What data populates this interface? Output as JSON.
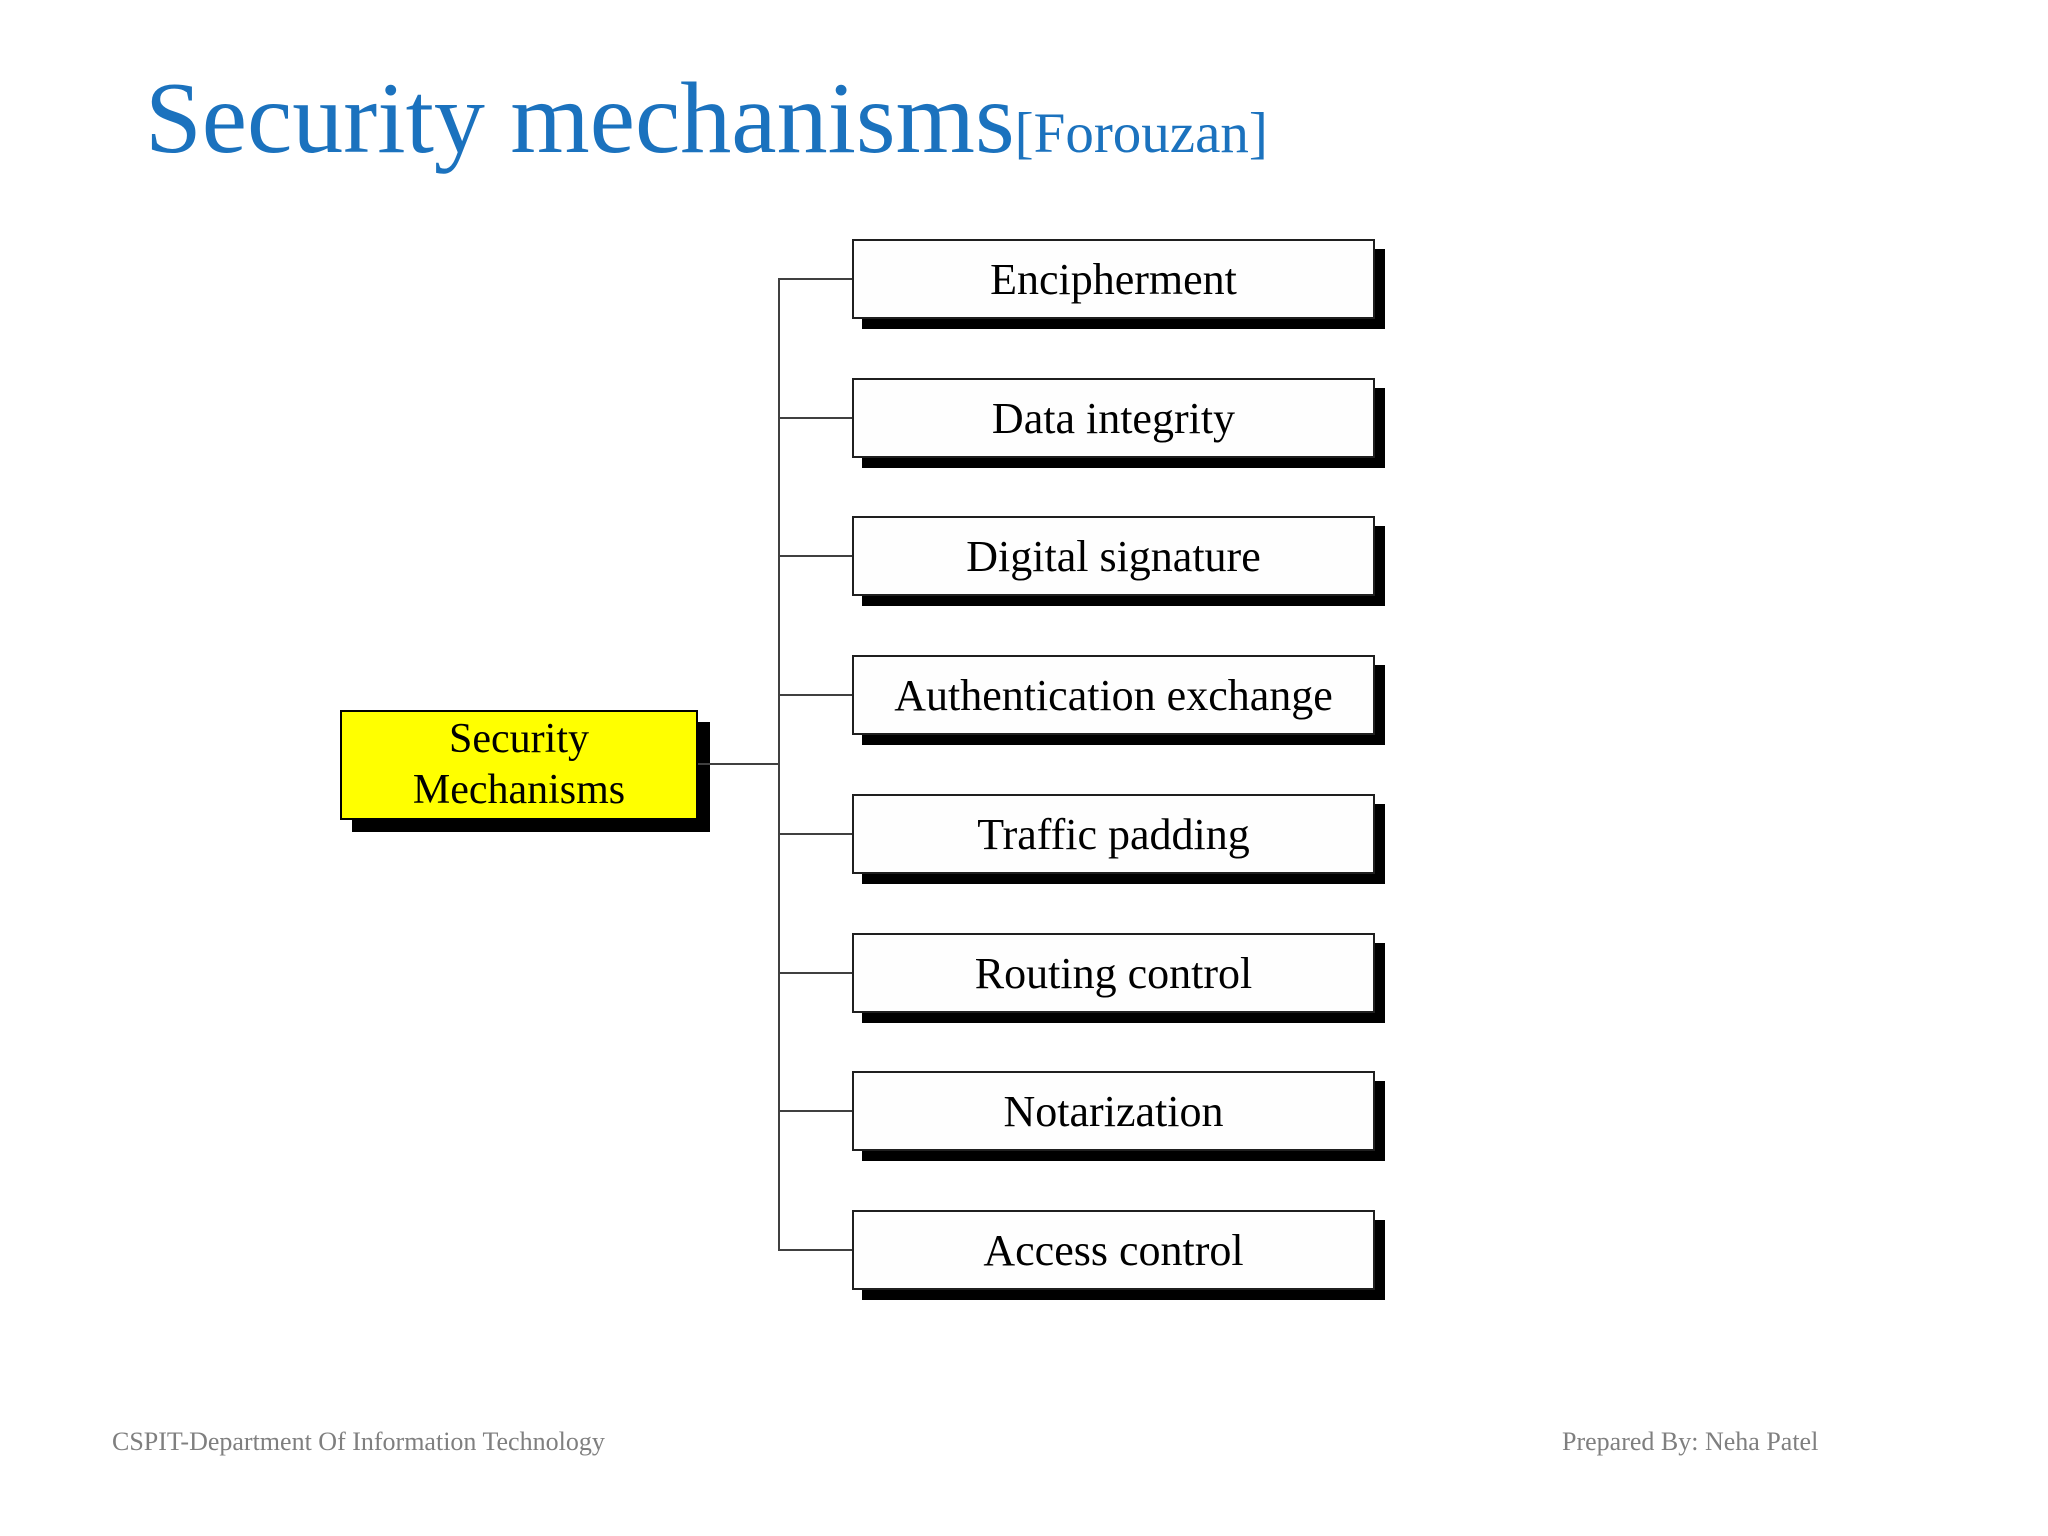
{
  "header": {
    "title": "Security mechanisms",
    "citation": "[Forouzan]"
  },
  "diagram": {
    "root_label": "Security Mechanisms",
    "nodes": [
      "Encipherment",
      "Data integrity",
      "Digital signature",
      "Authentication exchange",
      "Traffic padding",
      "Routing control",
      "Notarization",
      "Access control"
    ]
  },
  "footer": {
    "left": "CSPIT-Department Of Information Technology",
    "right": "Prepared By: Neha Patel"
  },
  "colors": {
    "accent_blue": "#1B72BE",
    "node_yellow": "#FFFF00",
    "line_gray": "#404040",
    "border_dark": "#1F1F1F",
    "shadow_black": "#000000",
    "footer_gray": "#7F7F7F"
  }
}
